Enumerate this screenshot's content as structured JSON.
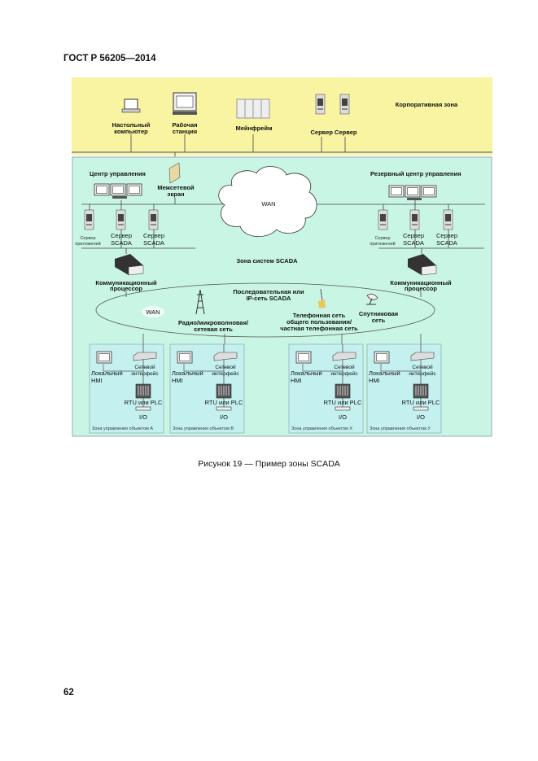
{
  "header": "ГОСТ Р 56205—2014",
  "page_number": "62",
  "caption": "Рисунок 19 — Пример зоны SCADA",
  "colors": {
    "corporate_zone": "#f8f4a2",
    "scada_zone": "#c9f5e4",
    "site_zone": "#c4f1f0"
  },
  "diagram": {
    "corporate": {
      "zone_label": "Корпоративная зона",
      "desktop": [
        "Настольный",
        "компьютер"
      ],
      "workstation": [
        "Рабочая",
        "станция"
      ],
      "mainframe": "Мейнфрейм",
      "servers": "Сервер Сервер"
    },
    "scada": {
      "zone_label": "Зона систем SCADA",
      "firewall": [
        "Межсетевой",
        "экран"
      ],
      "wan": "WAN",
      "control_center": "Центр управления",
      "backup_center": "Резервный центр управления",
      "app_server": [
        "Сервер",
        "приложений"
      ],
      "scada_server": [
        "Сервер",
        "SCADA"
      ],
      "comm_processor": [
        "Коммуникационный",
        "процессор"
      ],
      "network": [
        "Последовательная или",
        "IP-сеть SCADA"
      ],
      "wan_small": "WAN",
      "radio": [
        "Радио/микроволновая/",
        "сетевая сеть"
      ],
      "phone": [
        "Телефонная сеть",
        "общего пользования/",
        "частная телефонная сеть"
      ],
      "satellite": [
        "Спутниковая",
        "сеть"
      ]
    },
    "sites": {
      "local_hmi": [
        "Локальный",
        "HMI"
      ],
      "net_interface": [
        "Сетевой",
        "интерфейс"
      ],
      "rtu": "RTU или PLC",
      "io": "I/O",
      "zones": [
        "Зона управления объектом А",
        "Зона управления объектом В",
        "Зона управления объектом X",
        "Зона управления объектом У"
      ]
    }
  }
}
